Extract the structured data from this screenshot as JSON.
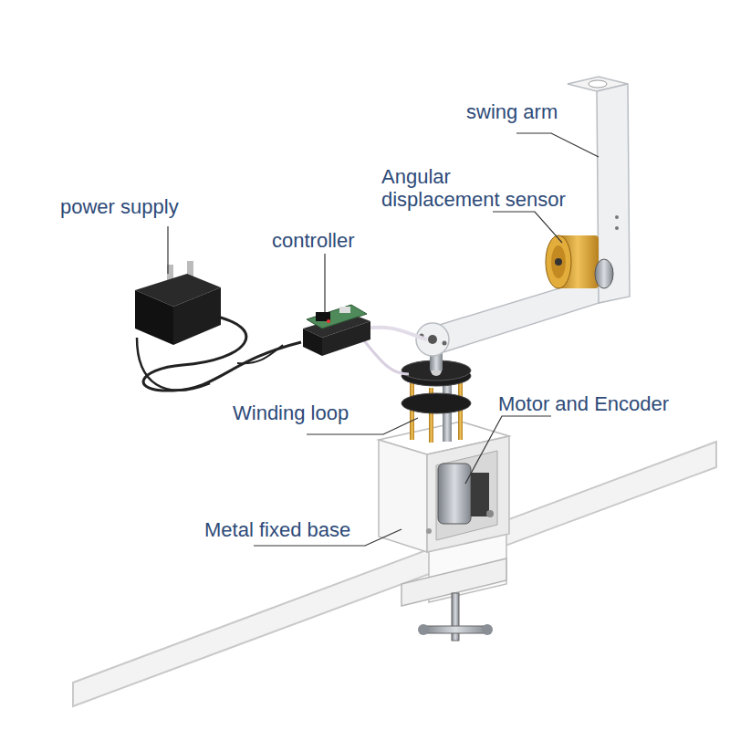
{
  "diagram": {
    "labels": [
      "swing arm",
      "Angular displacement sensor",
      "power supply",
      "controller",
      "Winding loop",
      "Motor and Encoder",
      "Metal fixed base"
    ]
  }
}
